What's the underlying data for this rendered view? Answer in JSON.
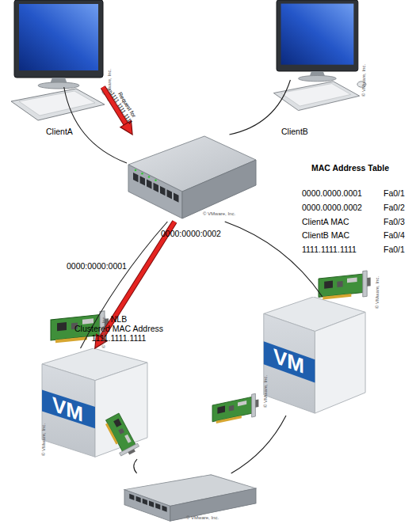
{
  "diagram": {
    "nodes": [
      {
        "text": [
          "ClientA",
          "© VMware, Inc."
        ]
      },
      {
        "text": [
          "ClientB",
          "© VMware, Inc."
        ]
      },
      {
        "text": [
          "© VMware, Inc."
        ]
      },
      {
        "text": [
          "VM",
          "© VMware, Inc."
        ]
      },
      {
        "text": [
          "VM",
          "© VMware, Inc."
        ]
      },
      {
        "text": [
          "© VMware, Inc."
        ]
      }
    ],
    "edges": [
      {
        "from": 0,
        "to": 2,
        "arrow": "none"
      },
      {
        "from": 1,
        "to": 2,
        "arrow": "none"
      },
      {
        "from": 2,
        "to": 3,
        "label": "0000:0000:0001",
        "arrow": "none"
      },
      {
        "from": 2,
        "to": 4,
        "label": "0000:0000:0002",
        "arrow": "none"
      },
      {
        "from": 3,
        "to": 5,
        "arrow": "none"
      },
      {
        "from": 4,
        "to": 5,
        "arrow": "none"
      },
      {
        "from": 0,
        "to": 2,
        "label": "Request for 1111.1111.1111",
        "arrow": "to"
      },
      {
        "from": 2,
        "to": 3,
        "arrow": "to"
      }
    ],
    "labels": [
      "MAC Address Table",
      "0000.0000.0001",
      "Fa0/1",
      "0000.0000.0002",
      "Fa0/2",
      "ClientA MAC",
      "Fa0/3",
      "ClientB MAC",
      "Fa0/4",
      "1111.1111.1111",
      "Fa0/1",
      "NLB",
      "Clustered MAC Address",
      "1111.1111.1111",
      "© VMware, Inc.",
      "© VMware, Inc."
    ]
  }
}
